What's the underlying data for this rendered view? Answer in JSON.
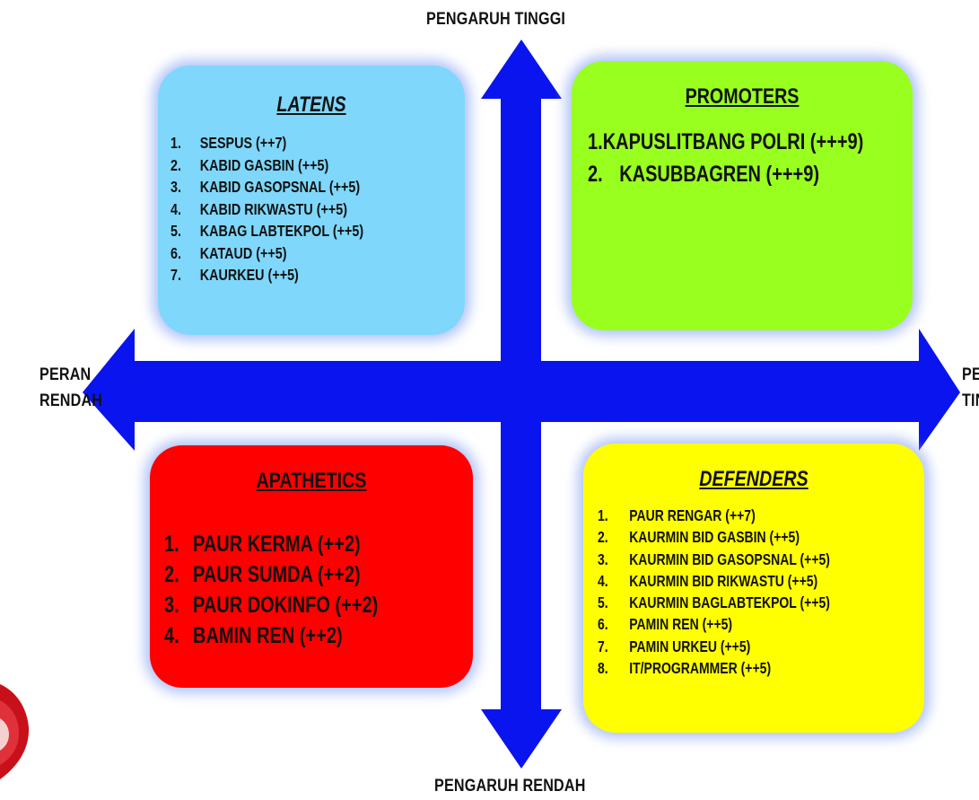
{
  "axes": {
    "top": "PENGARUH TINGGI",
    "bottom": "PENGARUH RENDAH",
    "left_line1": "PERAN",
    "left_line2": "RENDAH",
    "right_line1": "PERAN",
    "right_line2": "TINGGI"
  },
  "quadrants": {
    "latens": {
      "title": "LATENS",
      "color": "#7fd7fb",
      "items": [
        {
          "num": "1.",
          "text": "SESPUS (++7)"
        },
        {
          "num": "2.",
          "text": "KABID GASBIN (++5)"
        },
        {
          "num": "3.",
          "text": "KABID GASOPSNAL (++5)"
        },
        {
          "num": "4.",
          "text": "KABID RIKWASTU (++5)"
        },
        {
          "num": "5.",
          "text": "KABAG LABTEKPOL (++5)"
        },
        {
          "num": "6.",
          "text": "KATAUD (++5)"
        },
        {
          "num": "7.",
          "text": "KAURKEU (++5)"
        }
      ]
    },
    "promoters": {
      "title": "PROMOTERS",
      "color": "#99ff1f",
      "items": [
        {
          "num": "1.",
          "text": "KAPUSLITBANG POLRI (+++9)"
        },
        {
          "num": "2.",
          "text": "KASUBBAGREN (+++9)"
        }
      ]
    },
    "apathetics": {
      "title": "APATHETICS",
      "color": "#ff0000",
      "items": [
        {
          "num": "1.",
          "text": "PAUR KERMA (++2)"
        },
        {
          "num": "2.",
          "text": "PAUR SUMDA (++2)"
        },
        {
          "num": "3.",
          "text": "PAUR DOKINFO (++2)"
        },
        {
          "num": "4.",
          "text": "BAMIN REN (++2)"
        }
      ]
    },
    "defenders": {
      "title": "DEFENDERS",
      "color": "#ffff00",
      "items": [
        {
          "num": "1.",
          "text": "PAUR RENGAR (++7)"
        },
        {
          "num": "2.",
          "text": "KAURMIN BID GASBIN (++5)"
        },
        {
          "num": "3.",
          "text": "KAURMIN BID GASOPSNAL (++5)"
        },
        {
          "num": "4.",
          "text": "KAURMIN BID RIKWASTU (++5)"
        },
        {
          "num": "5.",
          "text": "KAURMIN BAGLABTEKPOL (++5)"
        },
        {
          "num": "6.",
          "text": "PAMIN REN (++5)"
        },
        {
          "num": "7.",
          "text": "PAMIN URKEU (++5)"
        },
        {
          "num": "8.",
          "text": "IT/PROGRAMMER (++5)"
        }
      ]
    }
  },
  "colors": {
    "arrow": "#0a14ee",
    "glow": "#96aff5"
  },
  "icons": {
    "corner_logo": "red-logo-fragment-icon"
  }
}
